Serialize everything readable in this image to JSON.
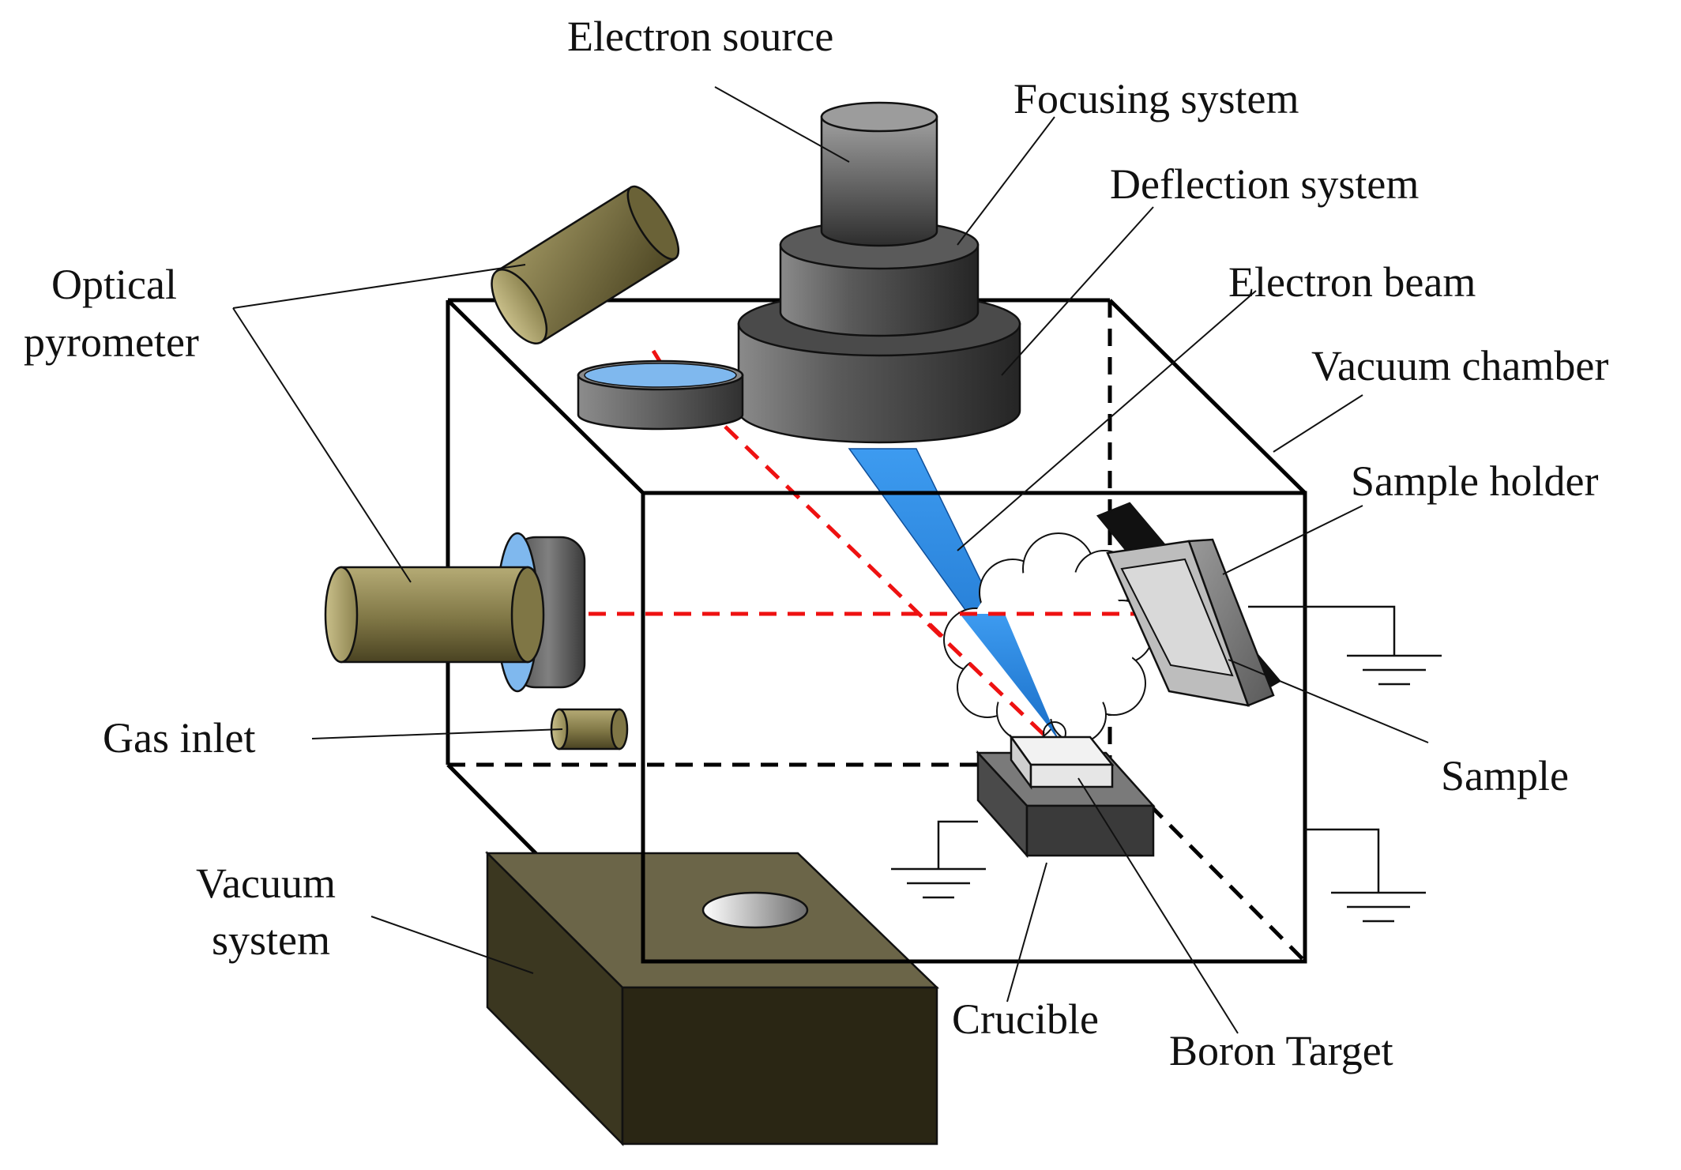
{
  "labels": {
    "electron_source": "Electron source",
    "focusing_system": "Focusing system",
    "deflection_system": "Deflection system",
    "electron_beam": "Electron beam",
    "vacuum_chamber": "Vacuum chamber",
    "sample_holder": "Sample holder",
    "sample": "Sample",
    "optical_pyrometer_line1": "Optical",
    "optical_pyrometer_line2": "pyrometer",
    "gas_inlet": "Gas inlet",
    "vacuum_system_line1": "Vacuum",
    "vacuum_system_line2": "system",
    "crucible": "Crucible",
    "boron_target": "Boron Target"
  },
  "colors": {
    "electron_beam": "#1e88e5",
    "laser": "#ee1111",
    "pyrometer_body": "#8a8050",
    "window_glass": "#7fb8ee",
    "vacuum_system": "#3c3720"
  }
}
